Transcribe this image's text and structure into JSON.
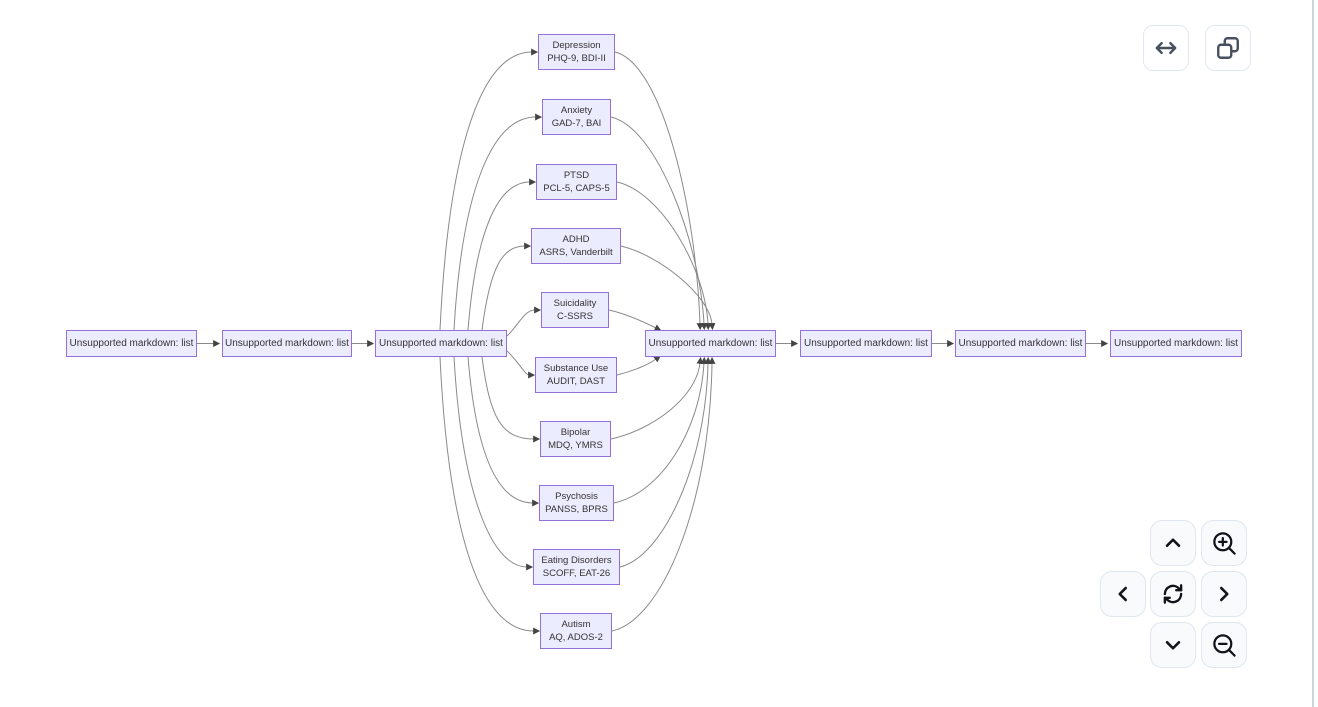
{
  "diagram": {
    "chain_nodes": [
      {
        "label": "Unsupported markdown: list"
      },
      {
        "label": "Unsupported markdown: list"
      },
      {
        "label": "Unsupported markdown: list"
      },
      {
        "label": "Unsupported markdown: list"
      },
      {
        "label": "Unsupported markdown: list"
      },
      {
        "label": "Unsupported markdown: list"
      },
      {
        "label": "Unsupported markdown: list"
      }
    ],
    "branch_nodes": [
      {
        "title": "Depression",
        "subtitle": "PHQ-9, BDI-II"
      },
      {
        "title": "Anxiety",
        "subtitle": "GAD-7, BAI"
      },
      {
        "title": "PTSD",
        "subtitle": "PCL-5, CAPS-5"
      },
      {
        "title": "ADHD",
        "subtitle": "ASRS, Vanderbilt"
      },
      {
        "title": "Suicidality",
        "subtitle": "C-SSRS"
      },
      {
        "title": "Substance Use",
        "subtitle": "AUDIT, DAST"
      },
      {
        "title": "Bipolar",
        "subtitle": "MDQ, YMRS"
      },
      {
        "title": "Psychosis",
        "subtitle": "PANSS, BPRS"
      },
      {
        "title": "Eating Disorders",
        "subtitle": "SCOFF, EAT-26"
      },
      {
        "title": "Autism",
        "subtitle": "AQ, ADOS-2"
      }
    ],
    "colors": {
      "node_fill": "#ECECFF",
      "node_border": "#9370DB",
      "node_text": "#333333",
      "edge_line": "#8a8a8a",
      "arrowhead": "#444444"
    }
  },
  "toolbar_top_right": {
    "buttons": [
      {
        "icon": "resize-horizontal-icon",
        "action": "fit-width"
      },
      {
        "icon": "copy-icon",
        "action": "copy"
      }
    ]
  },
  "view_controls": {
    "buttons": [
      {
        "icon": "chevron-up-icon",
        "action": "pan-up"
      },
      {
        "icon": "zoom-in-icon",
        "action": "zoom-in"
      },
      {
        "icon": "chevron-left-icon",
        "action": "pan-left"
      },
      {
        "icon": "refresh-icon",
        "action": "reset-view"
      },
      {
        "icon": "chevron-right-icon",
        "action": "pan-right"
      },
      {
        "icon": "chevron-down-icon",
        "action": "pan-down"
      },
      {
        "icon": "zoom-out-icon",
        "action": "zoom-out"
      }
    ]
  }
}
